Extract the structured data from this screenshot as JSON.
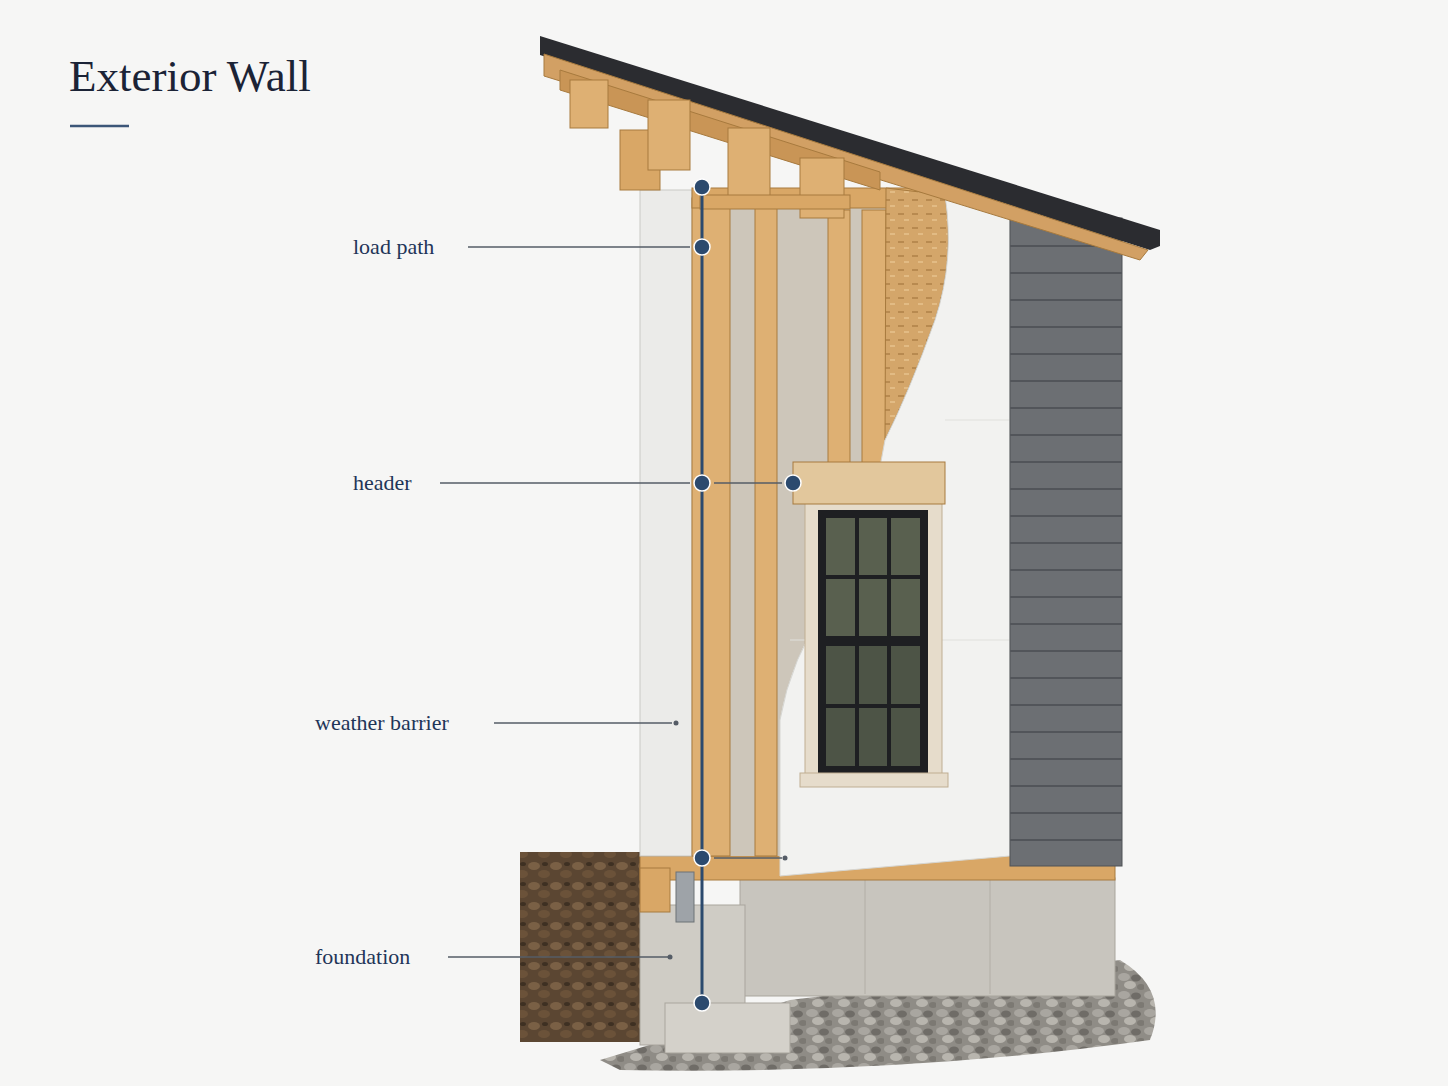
{
  "diagram": {
    "title": "Exterior Wall",
    "labels": [
      "load path",
      "header",
      "weather barrier",
      "foundation"
    ]
  }
}
